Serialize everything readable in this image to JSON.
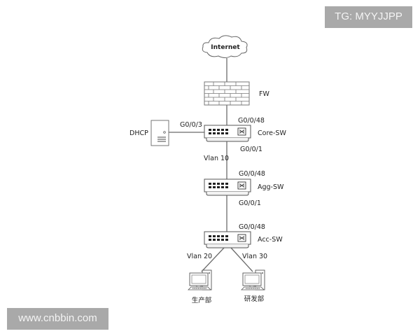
{
  "watermarks": {
    "top_right": "TG: MYYJJPP",
    "bottom_left": "www.cnbbin.com"
  },
  "nodes": {
    "internet": {
      "label": "Internet",
      "icon": "cloud-icon"
    },
    "firewall": {
      "label": "FW",
      "icon": "firewall-brick-icon"
    },
    "dhcp": {
      "label": "DHCP",
      "icon": "server-icon"
    },
    "core_sw": {
      "label": "Core-SW",
      "icon": "switch-icon"
    },
    "agg_sw": {
      "label": "Agg-SW",
      "icon": "switch-icon"
    },
    "acc_sw": {
      "label": "Acc-SW",
      "icon": "switch-icon"
    },
    "pc_prod": {
      "label": "生产部",
      "icon": "desktop-pc-icon"
    },
    "pc_rnd": {
      "label": "研发部",
      "icon": "desktop-pc-icon"
    }
  },
  "links": {
    "core_up_port": "G0/0/48",
    "core_dhcp_port": "G0/0/3",
    "core_down_port": "G0/0/1",
    "core_agg_vlan": "Vlan 10",
    "agg_up_port": "G0/0/48",
    "agg_down_port": "G0/0/1",
    "acc_up_port": "G0/0/48",
    "acc_prod_vlan": "Vlan 20",
    "acc_rnd_vlan": "Vlan 30"
  },
  "colors": {
    "line": "#6b6b6b",
    "watermark_bg": "#a9a9a9",
    "watermark_text": "#f4f4f4"
  }
}
